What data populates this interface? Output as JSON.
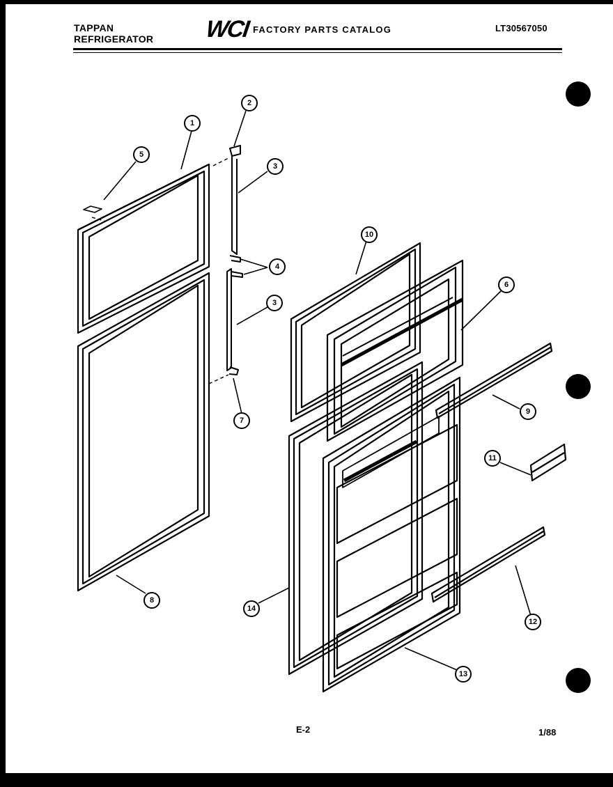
{
  "header": {
    "brand_line1": "TAPPAN",
    "brand_line2": "REFRIGERATOR",
    "logo": "WCI",
    "title": "FACTORY PARTS CATALOG",
    "model": "LT30567050"
  },
  "callouts": [
    "1",
    "2",
    "3",
    "4",
    "5",
    "3",
    "7",
    "8",
    "6",
    "9",
    "10",
    "11",
    "12",
    "13",
    "14"
  ],
  "footer": {
    "page": "E-2",
    "date": "1/88"
  }
}
